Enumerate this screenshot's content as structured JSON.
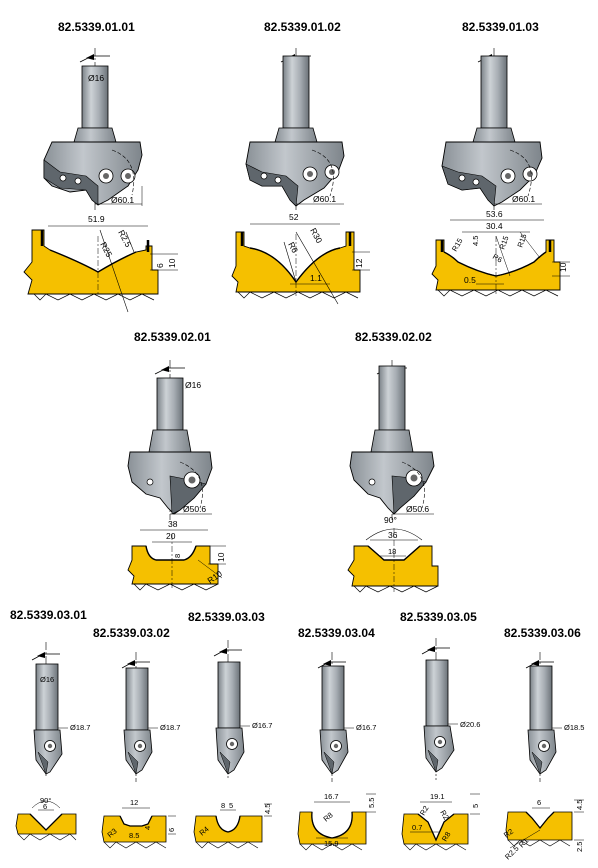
{
  "tools": [
    {
      "code": "82.5339.01.01",
      "shank": "Ø16",
      "diameter": "Ø60.1",
      "dims": [
        "51.9",
        "R25",
        "R2.5",
        "6",
        "10"
      ]
    },
    {
      "code": "82.5339.01.02",
      "diameter": "Ø60.1",
      "dims": [
        "52",
        "R30",
        "R6",
        "12",
        "1.1"
      ]
    },
    {
      "code": "82.5339.01.03",
      "diameter": "Ø60.1",
      "dims": [
        "53.6",
        "30.4",
        "R15",
        "4.5",
        "R15",
        "R15",
        "R6",
        "0.5",
        "10"
      ]
    },
    {
      "code": "82.5339.02.01",
      "shank": "Ø16",
      "diameter": "Ø50.6",
      "dims": [
        "38",
        "20",
        "8",
        "10",
        "R10"
      ]
    },
    {
      "code": "82.5339.02.02",
      "diameter": "Ø50.6",
      "dims": [
        "90°",
        "36",
        "18"
      ]
    },
    {
      "code": "82.5339.03.01",
      "shank": "Ø16",
      "diameter": "Ø18.7",
      "dims": [
        "90°",
        "6"
      ]
    },
    {
      "code": "82.5339.03.02",
      "diameter": "Ø18.7",
      "dims": [
        "12",
        "R3",
        "8.5",
        "4",
        "6"
      ]
    },
    {
      "code": "82.5339.03.03",
      "diameter": "Ø16.7",
      "dims": [
        "8",
        "5",
        "4.5",
        "R4"
      ]
    },
    {
      "code": "82.5339.03.04",
      "diameter": "Ø16.7",
      "dims": [
        "16.7",
        "R8",
        "5.5",
        "15.9"
      ]
    },
    {
      "code": "82.5339.03.05",
      "diameter": "Ø20.6",
      "dims": [
        "19.1",
        "R2",
        "R2",
        "5",
        "0.7",
        "R8"
      ]
    },
    {
      "code": "82.5339.03.06",
      "diameter": "Ø18.5",
      "dims": [
        "6",
        "4.5",
        "R2",
        "R1",
        "R2.5",
        "2.5"
      ]
    }
  ],
  "colors": {
    "wood": "#F5C000",
    "steel": "#9CA3AA",
    "steel_light": "#C8CDD2",
    "steel_dark": "#6E757B"
  }
}
